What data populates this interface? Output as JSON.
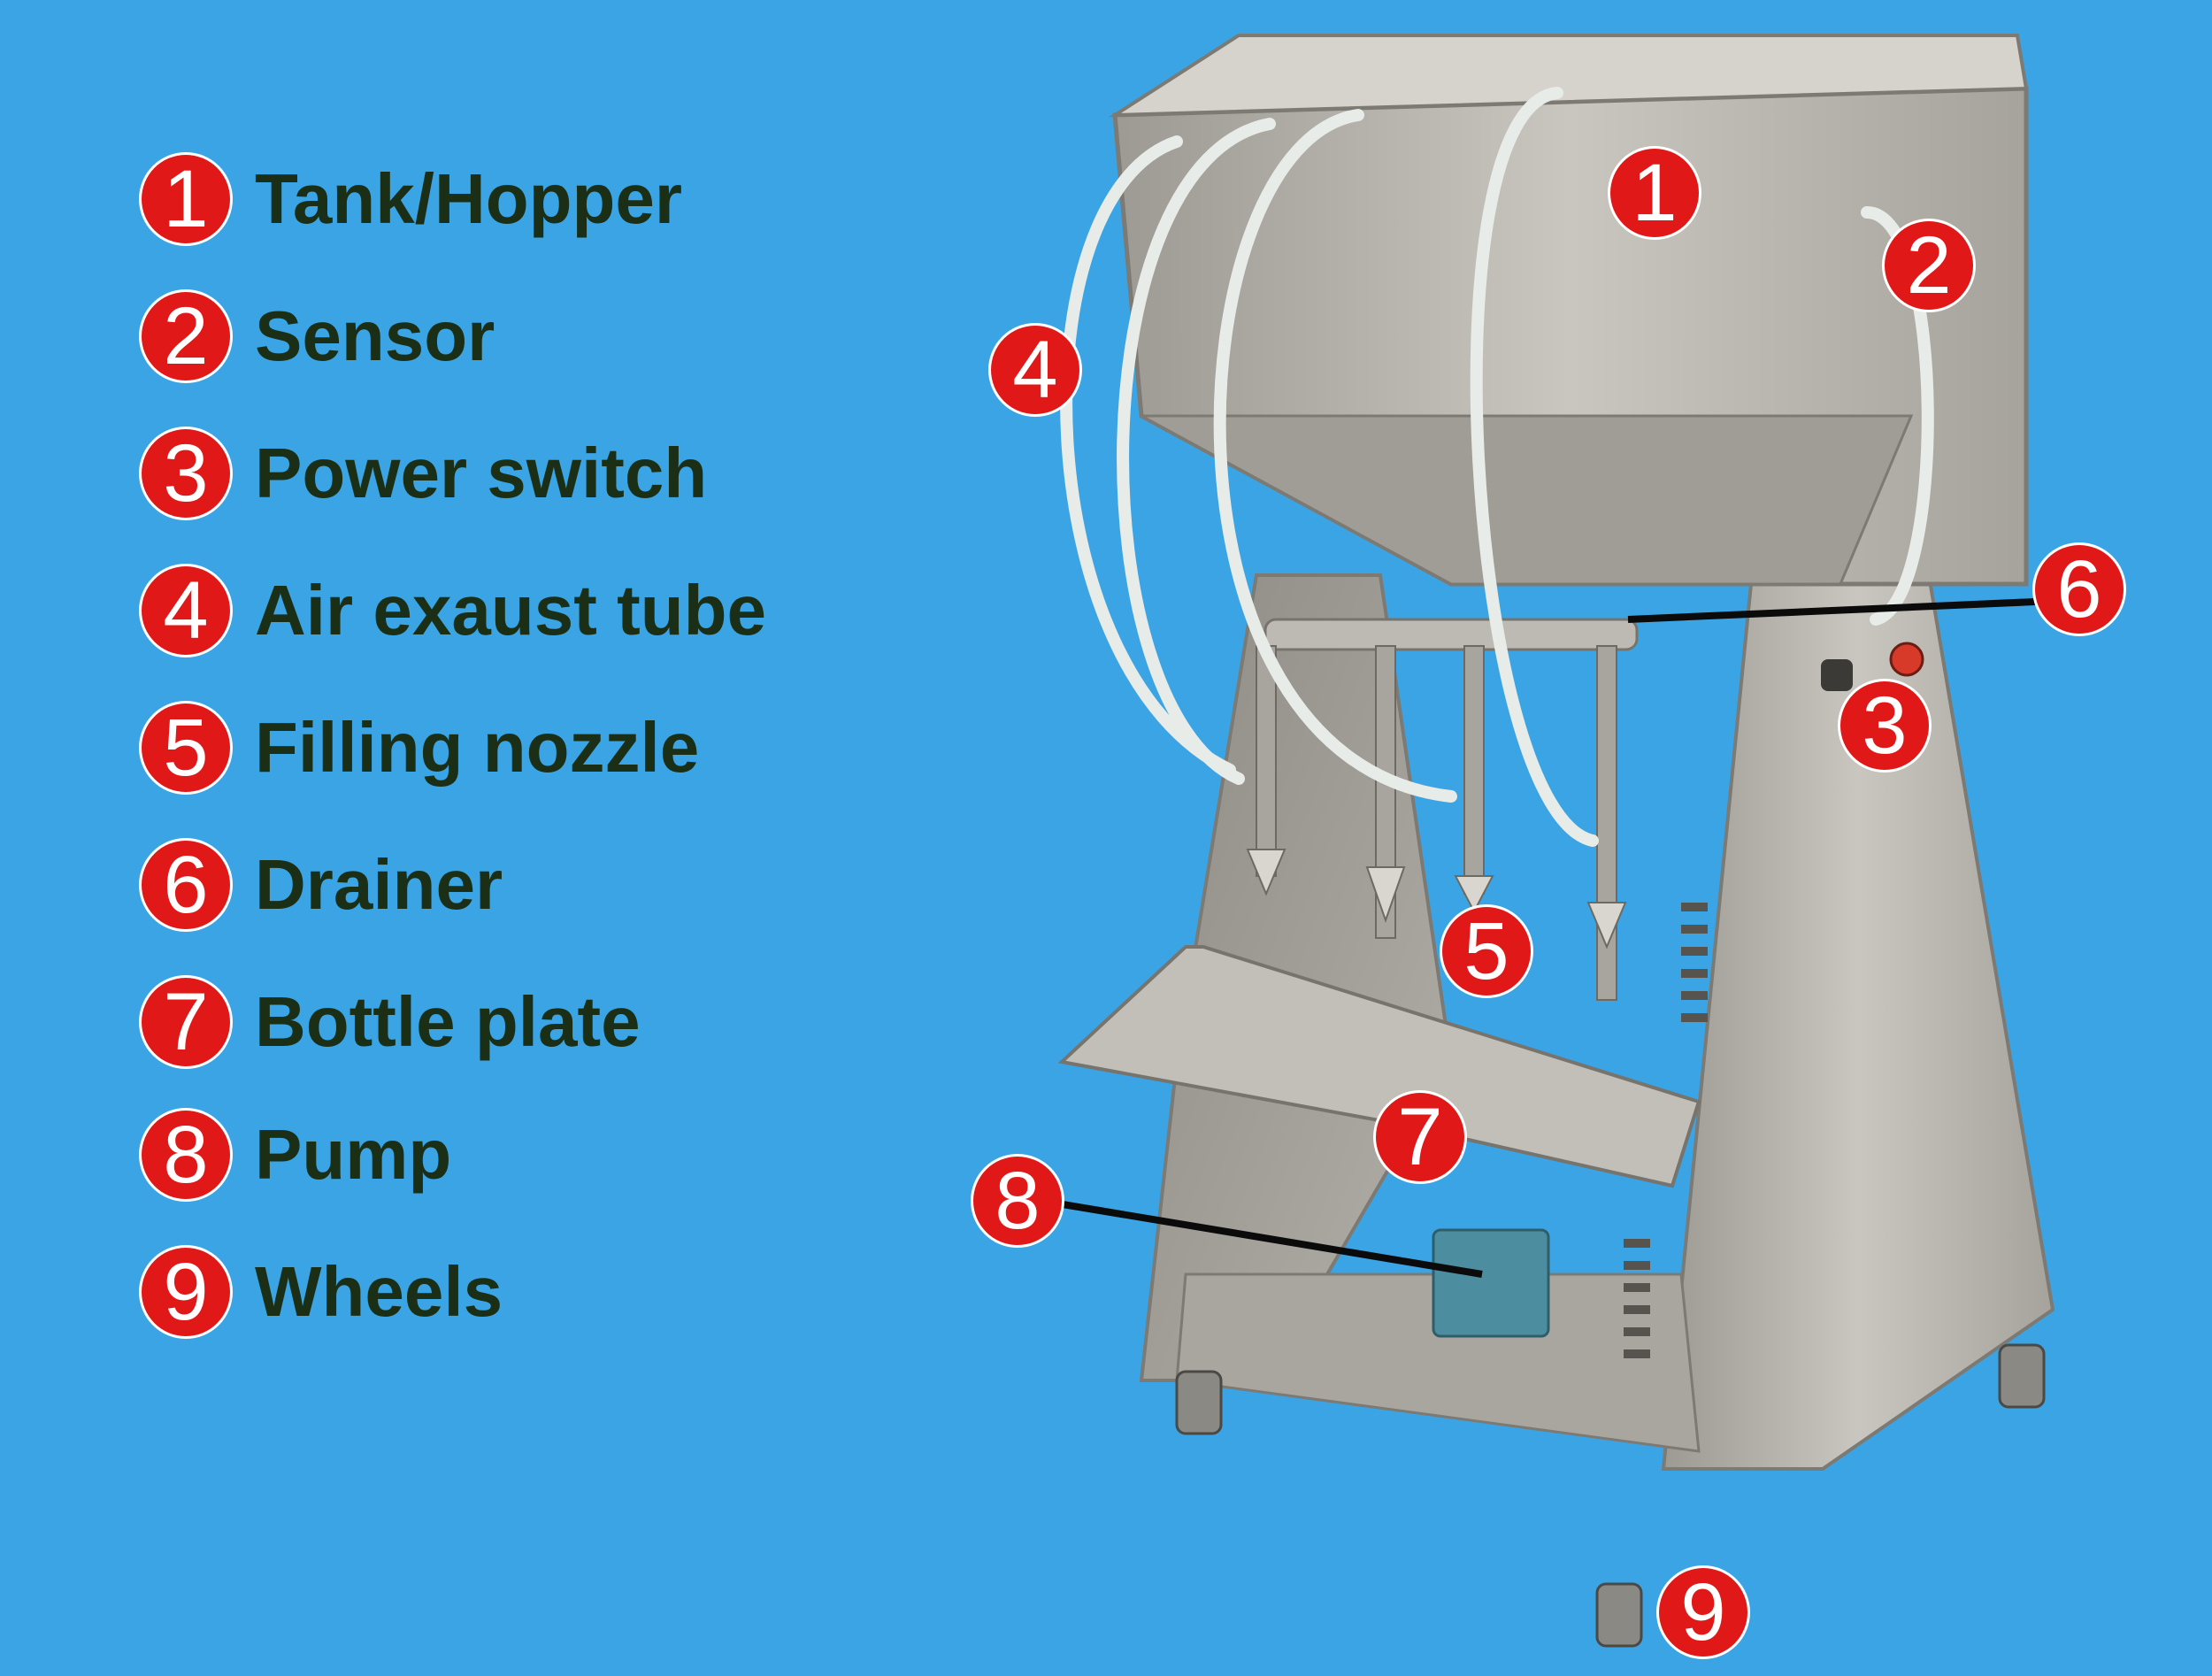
{
  "legend": [
    {
      "num": "1",
      "label": "Tank/Hopper"
    },
    {
      "num": "2",
      "label": "Sensor"
    },
    {
      "num": "3",
      "label": "Power switch"
    },
    {
      "num": "4",
      "label": "Air exaust tube"
    },
    {
      "num": "5",
      "label": "Filling nozzle"
    },
    {
      "num": "6",
      "label": "Drainer"
    },
    {
      "num": "7",
      "label": "Bottle plate"
    },
    {
      "num": "8",
      "label": "Pump"
    },
    {
      "num": "9",
      "label": "Wheels"
    }
  ],
  "callouts": [
    "1",
    "2",
    "3",
    "4",
    "5",
    "6",
    "7",
    "8",
    "9"
  ],
  "colors": {
    "background": "#3aa4e5",
    "badge": "#e01818",
    "label_text": "#1b2f17",
    "steel": "#b7b4ad"
  }
}
